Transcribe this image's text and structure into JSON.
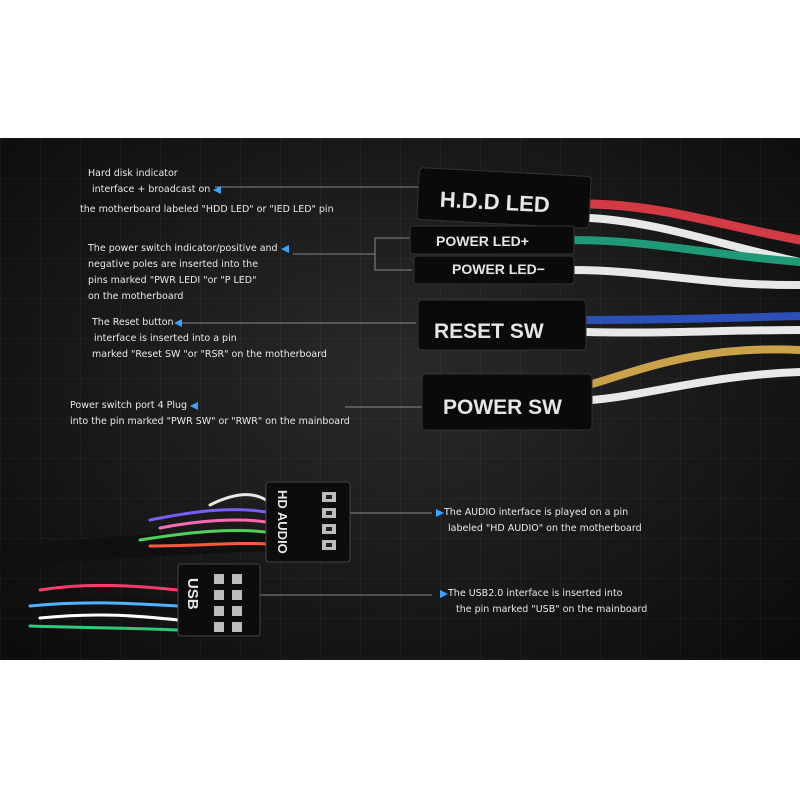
{
  "connectors": {
    "hdd": "H.D.D LED",
    "power_led_plus": "POWER LED+",
    "power_led_minus": "POWER LED−",
    "reset": "RESET SW",
    "power_sw": "POWER SW",
    "hd_audio": "HD AUDIO",
    "usb": "USB"
  },
  "labels": {
    "hdd": [
      "Hard disk indicator",
      "interface + broadcast on",
      "the motherboard labeled \"HDD LED\" or \"IED LED\" pin"
    ],
    "power_led": [
      "The power switch indicator/positive and",
      "negative poles are inserted into the",
      "pins marked \"PWR LEDI \"or \"P LED\"",
      "on the motherboard"
    ],
    "reset": [
      "The Reset button",
      "interface is inserted into a pin",
      "marked \"Reset SW \"or \"RSR\" on the motherboard"
    ],
    "power_sw": [
      "Power switch port 4 Plug",
      "into the pin marked \"PWR SW\" or \"RWR\" on the mainboard"
    ],
    "audio": [
      "The AUDIO interface is played on a pin",
      "labeled \"HD AUDIO\" on the motherboard"
    ],
    "usb": [
      "The USB2.0 interface is inserted into",
      "the pin marked \"USB\" on the mainboard"
    ]
  },
  "colors": {
    "accent_arrow": "#3aa3ff",
    "wire_red": "#d23a44",
    "wire_white": "#e8e8e8",
    "wire_green": "#1f9a78",
    "wire_blue": "#2c4fb8",
    "wire_yellow": "#c9a24a"
  }
}
